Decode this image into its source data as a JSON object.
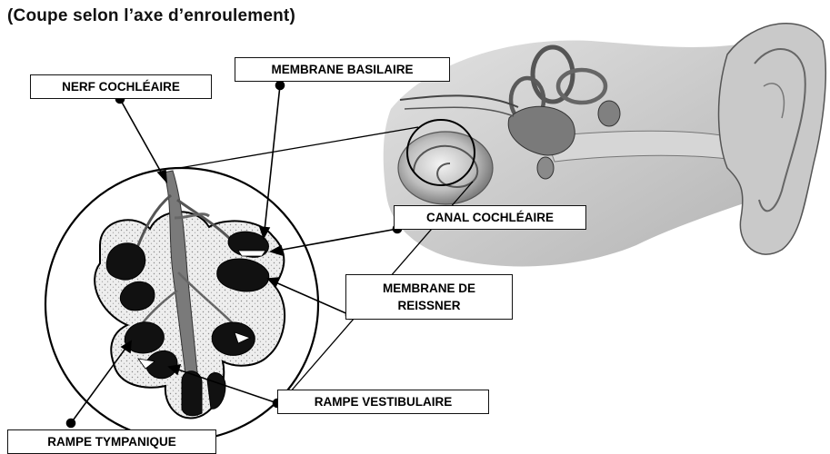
{
  "title": "(Coupe selon l’axe d’enroulement)",
  "labels": {
    "nerf_cochleaire": "NERF COCHLÉAIRE",
    "membrane_basilaire": "MEMBRANE BASILAIRE",
    "canal_cochleaire": "CANAL COCHLÉAIRE",
    "membrane_reissner_line1": "MEMBRANE DE",
    "membrane_reissner_line2": "REISSNER",
    "rampe_vestibulaire": "RAMPE VESTIBULAIRE",
    "rampe_tympanique": "RAMPE TYMPANIQUE"
  }
}
